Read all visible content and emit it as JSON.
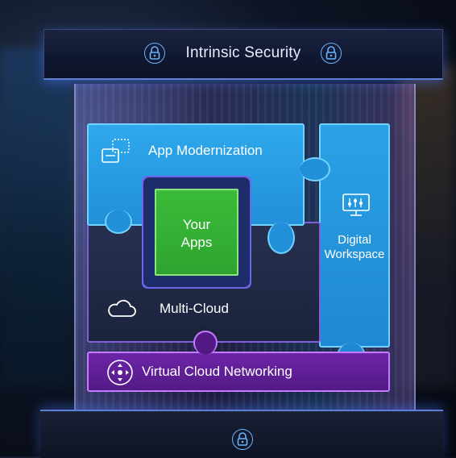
{
  "header": {
    "title": "Intrinsic Security",
    "left_icon": "padlock-icon",
    "right_icon": "padlock-icon"
  },
  "pieces": {
    "app_modernization": {
      "label": "App Modernization",
      "icon": "app-windows-icon",
      "color": "#2fa8ec"
    },
    "your_apps": {
      "line1": "Your",
      "line2": "Apps",
      "color": "#3bbb3a"
    },
    "digital_workspace": {
      "line1": "Digital",
      "line2": "Workspace",
      "icon": "desktop-monitor-icon",
      "color": "#2ba2e6"
    },
    "multi_cloud": {
      "label": "Multi-Cloud",
      "icon": "cloud-icon",
      "color": "#27304f"
    },
    "virtual_cloud_networking": {
      "label": "Virtual Cloud Networking",
      "icon": "network-hub-icon",
      "color": "#6d24a8"
    }
  },
  "footer": {
    "icon": "padlock-icon"
  }
}
